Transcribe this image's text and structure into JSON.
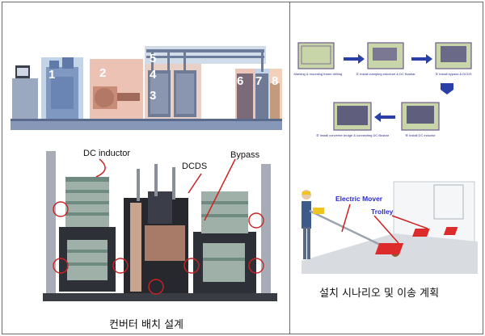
{
  "left_panel": {
    "top_numbers": [
      "1",
      "2",
      "3",
      "4",
      "5",
      "6",
      "7",
      "8"
    ],
    "lower_labels": {
      "dc_inductor": "DC inductor",
      "dcds": "DCDS",
      "bypass": "Bypass"
    },
    "caption": "컨버터 배치 설계"
  },
  "right_panel": {
    "steps": [
      "① Marking & mounting frame drilling",
      "② Install clamping structure & DC Busbar",
      "③ Install bypass & DCDS",
      "④ Install DC inductor",
      "⑤ Install converter bridge & connecting DC Busbar"
    ],
    "transport_labels": {
      "electric_mover": "Electric Mover",
      "trolley": "Trolley"
    },
    "caption": "설치 시나리오 및 이송 계획"
  },
  "colors": {
    "border": "#6a6a6a",
    "machine_blue": "#7f98c2",
    "highlight_blue": "#b9cce4",
    "highlight_red": "#e8b7a6",
    "label_blue": "#2a2ad0",
    "arrow_red": "#cc2222",
    "trolley_red": "#dd2a2a"
  }
}
